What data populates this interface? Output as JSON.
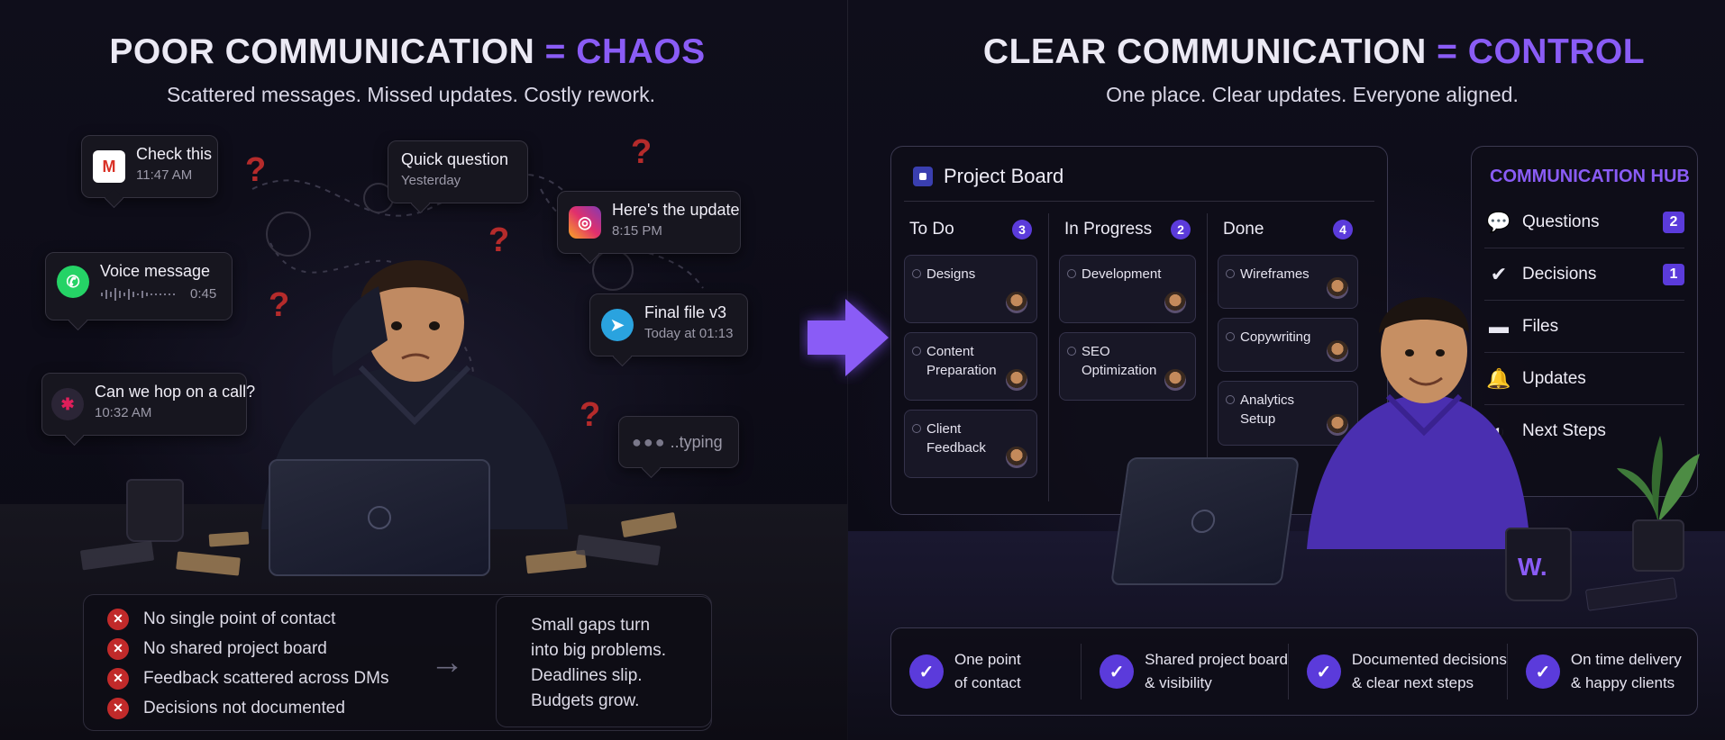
{
  "left": {
    "title_main": "POOR COMMUNICATION ",
    "title_eq": "= ",
    "title_accent": "CHAOS",
    "subtitle": "Scattered messages. Missed updates. Costly rework.",
    "messages": [
      {
        "icon": "gmail-icon",
        "main": "Check this",
        "sub": "11:47 AM"
      },
      {
        "icon": "chat-icon",
        "main": "Quick question",
        "sub": "Yesterday"
      },
      {
        "icon": "instagram-icon",
        "main": "Here's the update",
        "sub": "8:15 PM"
      },
      {
        "icon": "whatsapp-icon",
        "main": "Voice message",
        "sub": "0:45"
      },
      {
        "icon": "telegram-icon",
        "main": "Final file v3",
        "sub": "Today at 01:13"
      },
      {
        "icon": "slack-icon",
        "main": "Can we hop on a call?",
        "sub": "10:32 AM"
      },
      {
        "icon": "typing-dots-icon",
        "main": "..typing"
      }
    ],
    "problems": [
      "No single point of contact",
      "No shared project board",
      "Feedback scattered across DMs",
      "Decisions not documented"
    ],
    "consequence": [
      "Small gaps turn",
      "into big problems.",
      "Deadlines slip.",
      "Budgets grow."
    ]
  },
  "right": {
    "title_main": "CLEAR COMMUNICATION ",
    "title_eq": "= ",
    "title_accent": "CONTROL",
    "subtitle": "One place. Clear updates. Everyone aligned.",
    "board": {
      "title": "Project Board",
      "columns": [
        {
          "name": "To Do",
          "count": "3",
          "cards": [
            "Designs",
            "Content Preparation",
            "Client Feedback"
          ]
        },
        {
          "name": "In Progress",
          "count": "2",
          "cards": [
            "Development",
            "SEO Optimization"
          ]
        },
        {
          "name": "Done",
          "count": "4",
          "cards": [
            "Wireframes",
            "Copywriting",
            "Analytics Setup"
          ]
        }
      ]
    },
    "hub": {
      "title": "COMMUNICATION HUB",
      "items": [
        {
          "icon": "chat-bubble-icon",
          "label": "Questions",
          "badge": "2"
        },
        {
          "icon": "check-circle-icon",
          "label": "Decisions",
          "badge": "1"
        },
        {
          "icon": "folder-icon",
          "label": "Files"
        },
        {
          "icon": "bell-icon",
          "label": "Updates"
        },
        {
          "icon": "steps-icon",
          "label": "Next Steps"
        }
      ]
    },
    "mug_logo": "W.",
    "features": [
      {
        "line1": "One point",
        "line2": "of contact"
      },
      {
        "line1": "Shared project board",
        "line2": "& visibility"
      },
      {
        "line1": "Documented decisions",
        "line2": "& clear next steps"
      },
      {
        "line1": "On time delivery",
        "line2": "& happy clients"
      }
    ]
  },
  "colors": {
    "accent": "#8a5cf6",
    "badge": "#5b3bdb",
    "error": "#c12a2a",
    "question_mark": "#b52b2b"
  }
}
